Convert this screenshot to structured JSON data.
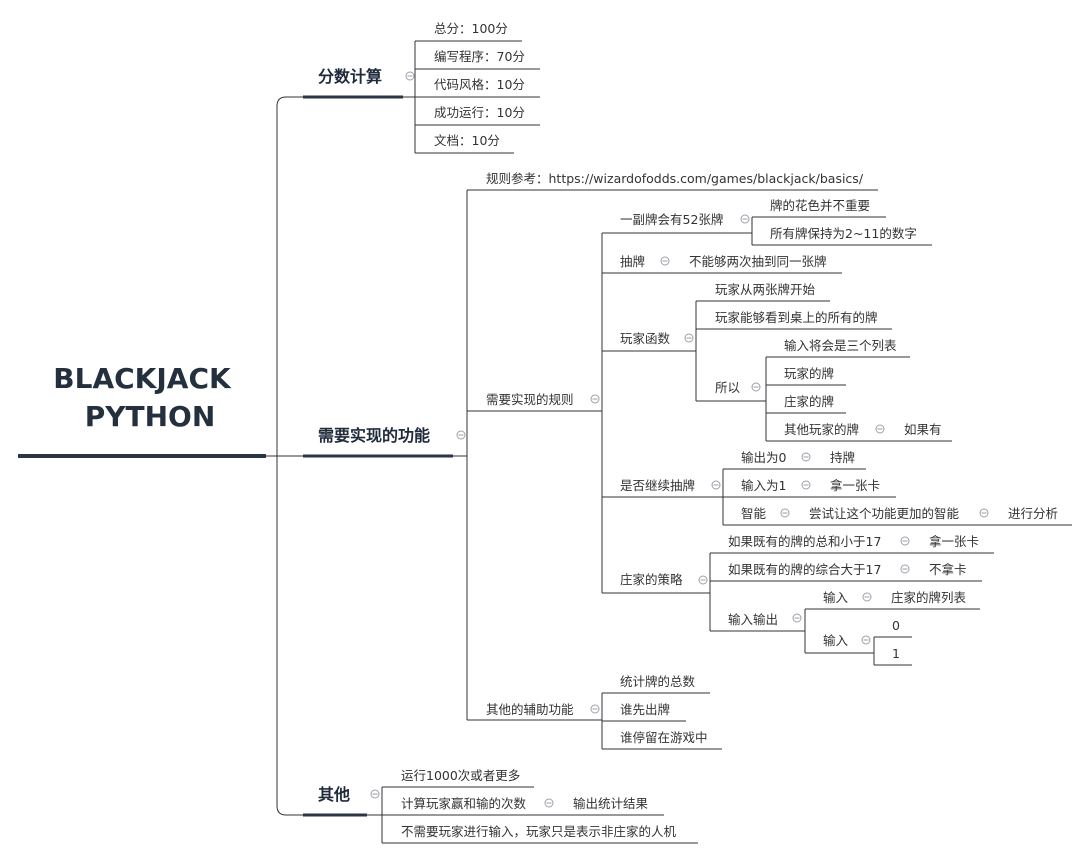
{
  "root": {
    "line1": "BLACKJACK",
    "line2": "PYTHON"
  },
  "scoring": {
    "label": "分数计算",
    "items": [
      "总分：100分",
      "编写程序：70分",
      "代码风格：10分",
      "成功运行：10分",
      "文档：10分"
    ]
  },
  "features": {
    "label": "需要实现的功能",
    "reference": "规则参考：https://wizardofodds.com/games/blackjack/basics/",
    "rules": {
      "label": "需要实现的规则",
      "deck": {
        "label": "一副牌会有52张牌",
        "items": [
          "牌的花色并不重要",
          "所有牌保持为2~11的数字"
        ]
      },
      "draw": {
        "label": "抽牌",
        "item": "不能够两次抽到同一张牌"
      },
      "player": {
        "label": "玩家函数",
        "items": [
          "玩家从两张牌开始",
          "玩家能够看到桌上的所有的牌"
        ],
        "so": {
          "label": "所以",
          "items": [
            "输入将会是三个列表",
            "玩家的牌",
            "庄家的牌",
            "其他玩家的牌"
          ],
          "if_any": "如果有"
        }
      },
      "continue": {
        "label": "是否继续抽牌",
        "out0": "输出为0",
        "hold": "持牌",
        "in1": "输入为1",
        "take": "拿一张卡",
        "smart": "智能",
        "smart_try": "尝试让这个功能更加的智能",
        "analyze": "进行分析"
      },
      "dealer": {
        "label": "庄家的策略",
        "under17": "如果既有的牌的总和小于17",
        "take": "拿一张卡",
        "over17": "如果既有的牌的综合大于17",
        "no_take": "不拿卡",
        "io": "输入输出",
        "input1": "输入",
        "dealer_list": "庄家的牌列表",
        "input2": "输入",
        "opt0": "0",
        "opt1": "1"
      }
    },
    "aux": {
      "label": "其他的辅助功能",
      "items": [
        "统计牌的总数",
        "谁先出牌",
        "谁停留在游戏中"
      ]
    }
  },
  "other": {
    "label": "其他",
    "run": "运行1000次或者更多",
    "count": "计算玩家赢和输的次数",
    "output": "输出统计结果",
    "no_input": "不需要玩家进行输入，玩家只是表示非庄家的人机"
  }
}
